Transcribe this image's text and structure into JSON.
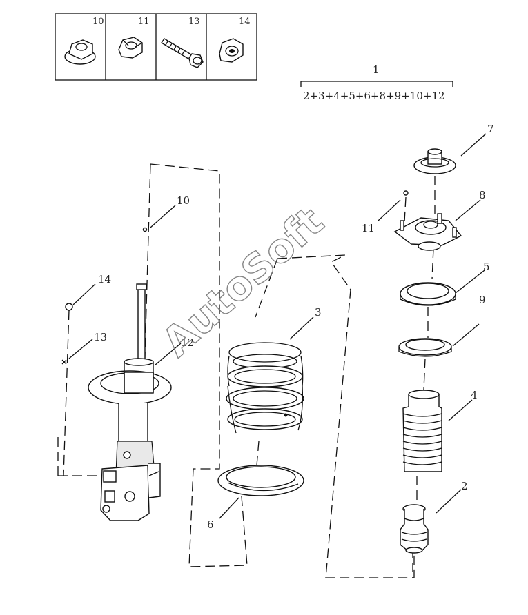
{
  "inset_box": {
    "items": [
      {
        "number": "10",
        "icon": "flange-nut-icon"
      },
      {
        "number": "11",
        "icon": "hex-nut-icon"
      },
      {
        "number": "13",
        "icon": "bolt-icon"
      },
      {
        "number": "14",
        "icon": "lock-nut-icon"
      }
    ]
  },
  "assembly": {
    "number": "1",
    "composition": "2+3+4+5+6+8+9+10+12"
  },
  "callouts": {
    "n2": "2",
    "n3": "3",
    "n4": "4",
    "n5": "5",
    "n6": "6",
    "n7": "7",
    "n8": "8",
    "n9": "9",
    "n10": "10",
    "n11": "11",
    "n12": "12",
    "n13": "13",
    "n14": "14"
  },
  "watermark": "AutoSoft"
}
